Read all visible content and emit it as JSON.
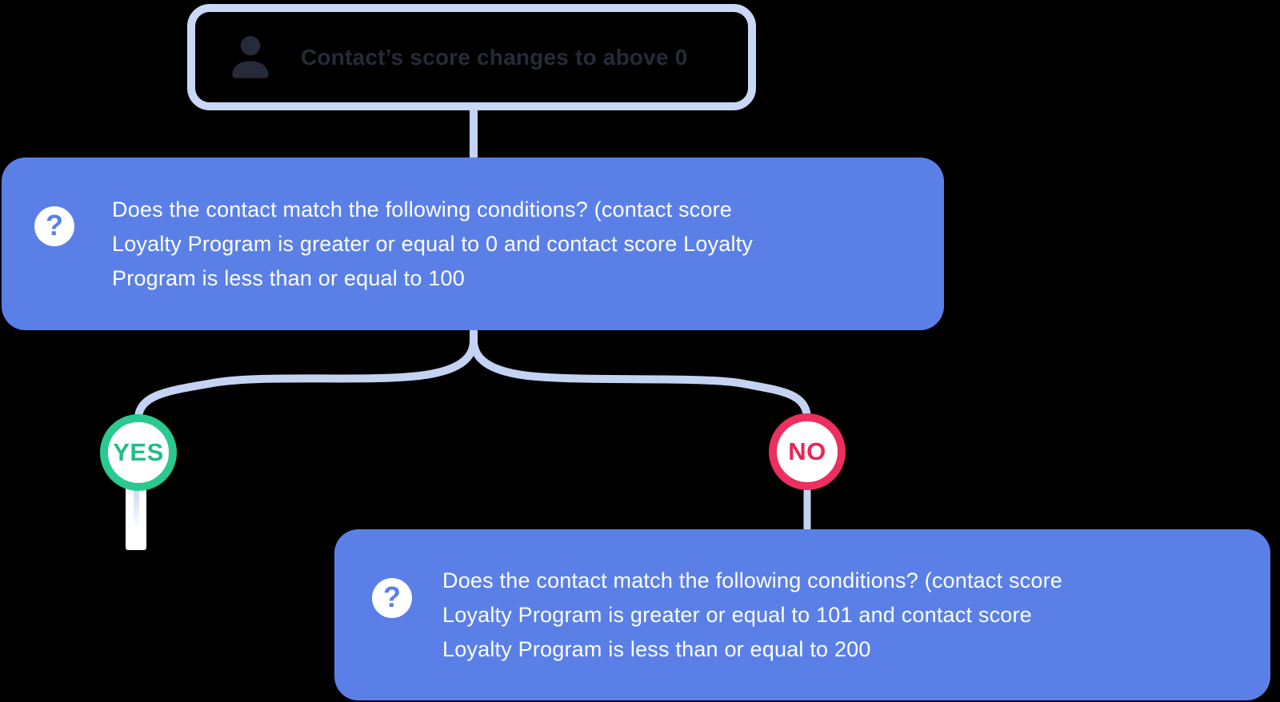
{
  "canvas": {
    "background": "#000000"
  },
  "trigger": {
    "icon": "person-icon",
    "label": "Contact’s score changes to above 0"
  },
  "condition1": {
    "icon": "question-icon",
    "full_text": "Does the contact match the following conditions? (contact score Loyalty Program is greater or equal to 0 and contact score Loyalty Program is less than or equal to 100",
    "lines": [
      "Does the contact match the following conditions? (contact score",
      "Loyalty Program is greater or equal to 0 and contact score Loyalty",
      "Program is less than or equal to 100"
    ]
  },
  "branch": {
    "yes_label": "YES",
    "no_label": "NO"
  },
  "condition2": {
    "icon": "question-icon",
    "full_text": "Does the contact match the following conditions? (contact score Loyalty Program is greater or equal to 101 and contact score Loyalty Program is less than or equal to 200",
    "lines": [
      "Does the contact match the following conditions? (contact score",
      "Loyalty Program is greater or equal to 101 and contact score",
      "Loyalty Program is less than or equal to 200"
    ]
  },
  "colors": {
    "node_blue": "#5a80e8",
    "connector_lavender": "#c5d3f3",
    "trigger_border": "#cbd7f6",
    "trigger_text": "#262b3b",
    "yes_green": "#2ac98f",
    "no_pink": "#ec2f5f",
    "icon_white": "#ffffff"
  }
}
